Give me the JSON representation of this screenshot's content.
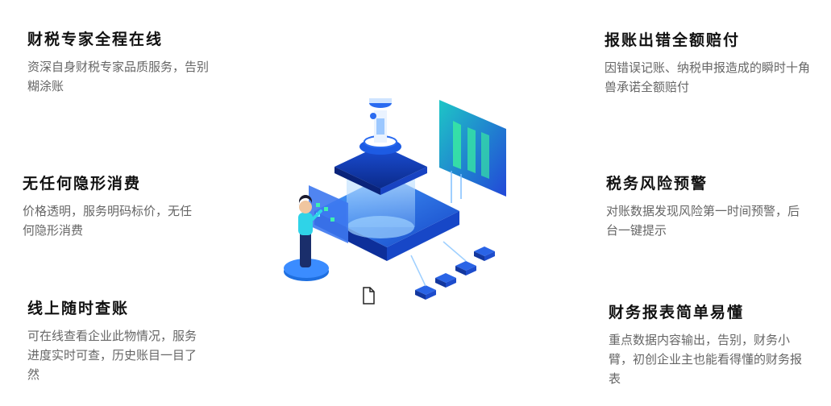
{
  "features": [
    {
      "title": "财税专家全程在线",
      "desc": "资深自身财税专家品质服务，告别糊涂账"
    },
    {
      "title": "无任何隐形消费",
      "desc": "价格透明，服务明码标价，无任何隐形消费"
    },
    {
      "title": "线上随时查账",
      "desc": "可在线查看企业此物情况，服务进度实时可查，历史账目一目了然"
    },
    {
      "title": "报账出错全额赔付",
      "desc": "因错误记账、纳税申报造成的瞬时十角兽承诺全额赔付"
    },
    {
      "title": "税务风险预警",
      "desc": "对账数据发现风险第一时间预警，后台一键提示"
    },
    {
      "title": "财务报表简单易懂",
      "desc": "重点数据内容输出，告别，财务小臂，初创企业主也能看得懂的财务报表"
    }
  ],
  "icons": {
    "illustration": "data-platform-illustration",
    "cursor": "text-cursor-icon"
  },
  "colors": {
    "accent": "#1e6fe0",
    "cyan": "#2fd3e8",
    "green": "#34e0a1"
  }
}
